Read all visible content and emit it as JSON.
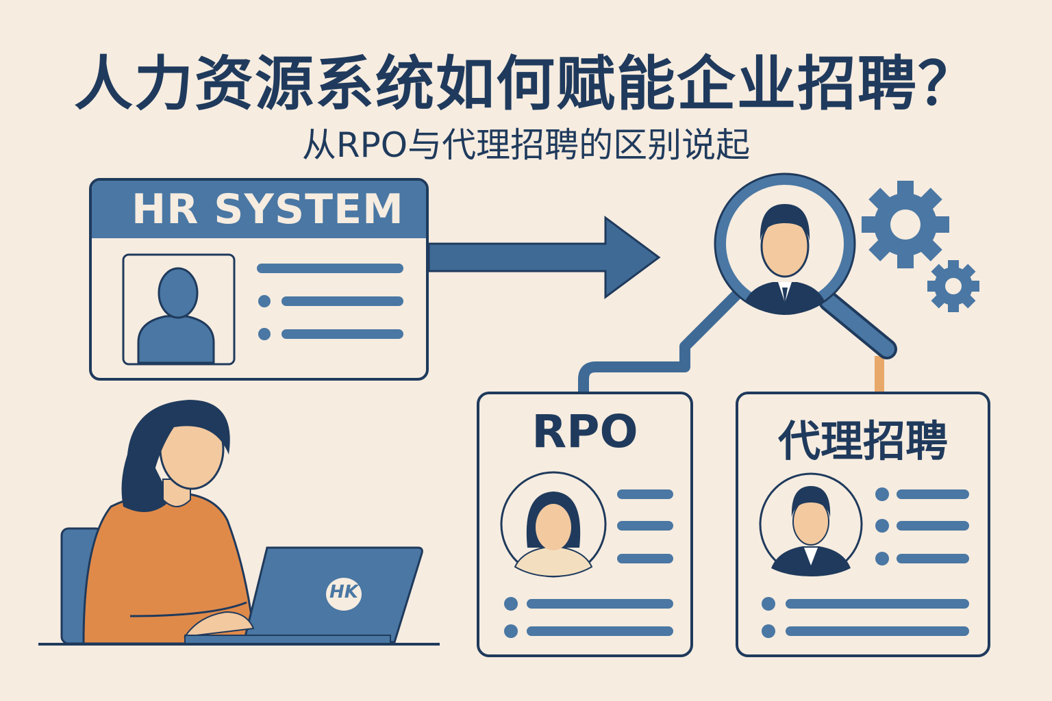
{
  "title": "人力资源系统如何赋能企业招聘？",
  "subtitle": "从RPO与代理招聘的区别说起",
  "hr_card": {
    "title": "HR SYSTEM"
  },
  "rpo_card": {
    "title": "RPO"
  },
  "agency_card": {
    "title": "代理招聘"
  },
  "laptop": {
    "logo": "HK"
  },
  "colors": {
    "background": "#f6ece0",
    "navy": "#1f3a5c",
    "blue": "#4a77a3",
    "orange": "#e08a4a",
    "skin": "#f3c9a0"
  }
}
